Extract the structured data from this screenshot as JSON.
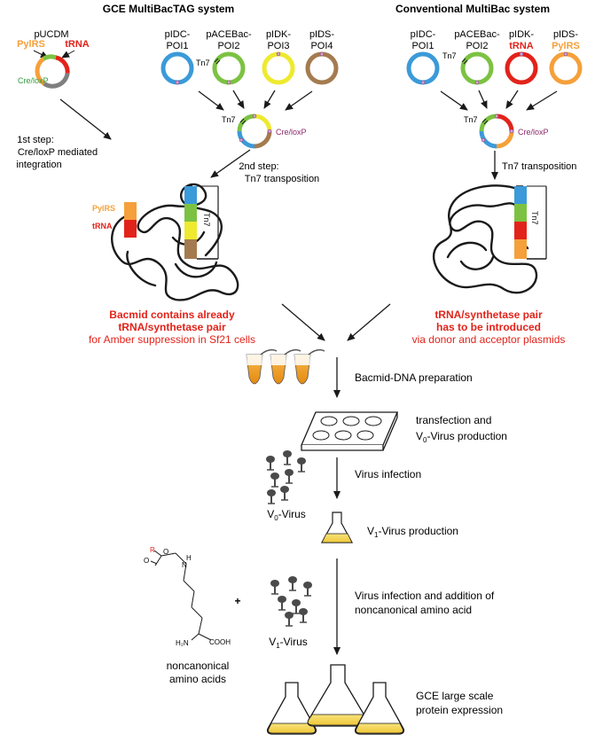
{
  "colors": {
    "blue": "#3b9ad9",
    "green": "#7cc242",
    "yellow": "#eeea2f",
    "brown": "#a47b4f",
    "red": "#e2231a",
    "orange": "#f5a03a",
    "gray": "#7f7f7f",
    "loxp_green": "#2e9e3f",
    "purple": "#8a2a6b",
    "black": "#1a1a1a"
  },
  "left": {
    "title": "GCE MultiBacTAG system",
    "pucdm": "pUCDM",
    "pylrs": "PylRS",
    "trna": "tRNA",
    "creloxp": "Cre/loxP",
    "plasmids": [
      {
        "line1": "pIDC-",
        "line2": "POI1"
      },
      {
        "line1": "pACEBac-",
        "line2": "POI2"
      },
      {
        "line1": "pIDK-",
        "line2": "POI3"
      },
      {
        "line1": "pIDS-",
        "line2": "POI4"
      }
    ],
    "tn7_small": "Tn7",
    "fused_tn7": "Tn7",
    "fused_creloxp": "Cre/loxP",
    "step1": [
      "1st step:",
      "Cre/loxP mediated",
      "integration"
    ],
    "step2": [
      "2nd step:",
      "Tn7 transposition"
    ],
    "bacmid_pylrs": "PylRS",
    "bacmid_trna": "tRNA",
    "bacmid_tn7": "Tn7",
    "summary_bold1": "Bacmid contains already",
    "summary_bold2": "tRNA/synthetase pair",
    "summary_normal": "for Amber suppression in Sf21 cells"
  },
  "right": {
    "title": "Conventional MultiBac system",
    "plasmids": [
      {
        "line1": "pIDC-",
        "line2": "POI1"
      },
      {
        "line1": "pACEBac-",
        "line2": "POI2"
      },
      {
        "line1": "pIDK-",
        "line2": "tRNA"
      },
      {
        "line1": "pIDS-",
        "line2": "PylRS"
      }
    ],
    "tn7_small": "Tn7",
    "fused_tn7": "Tn7",
    "fused_creloxp": "Cre/loxP",
    "step": "Tn7 transposition",
    "bacmid_tn7": "Tn7",
    "summary_bold1": "tRNA/synthetase pair",
    "summary_bold2": "has to be introduced",
    "summary_normal": "via donor and acceptor plasmids"
  },
  "workflow": {
    "bacmid_prep": "Bacmid-DNA preparation",
    "transfection_1": "transfection and",
    "transfection_2_pre": "V",
    "transfection_2_sub": "0",
    "transfection_2_post": "-Virus production",
    "virus_infection": "Virus infection",
    "v0_pre": "V",
    "v0_sub": "0",
    "v0_post": "-Virus",
    "v1prod_pre": "V",
    "v1prod_sub": "1",
    "v1prod_post": "-Virus production",
    "infection_aa_1": "Virus infection and addition of",
    "infection_aa_2": "noncanonical amino acid",
    "v1_pre": "V",
    "v1_sub": "1",
    "v1_post": "-Virus",
    "plus": "+",
    "ncaa_1": "noncanonical",
    "ncaa_2": "amino acids",
    "chem_R": "R",
    "chem_O": "O",
    "chem_N": "N",
    "chem_H": "H",
    "chem_H2N": "H₂N",
    "chem_COOH": "COOH",
    "gce_1": "GCE large scale",
    "gce_2": "protein expression"
  }
}
